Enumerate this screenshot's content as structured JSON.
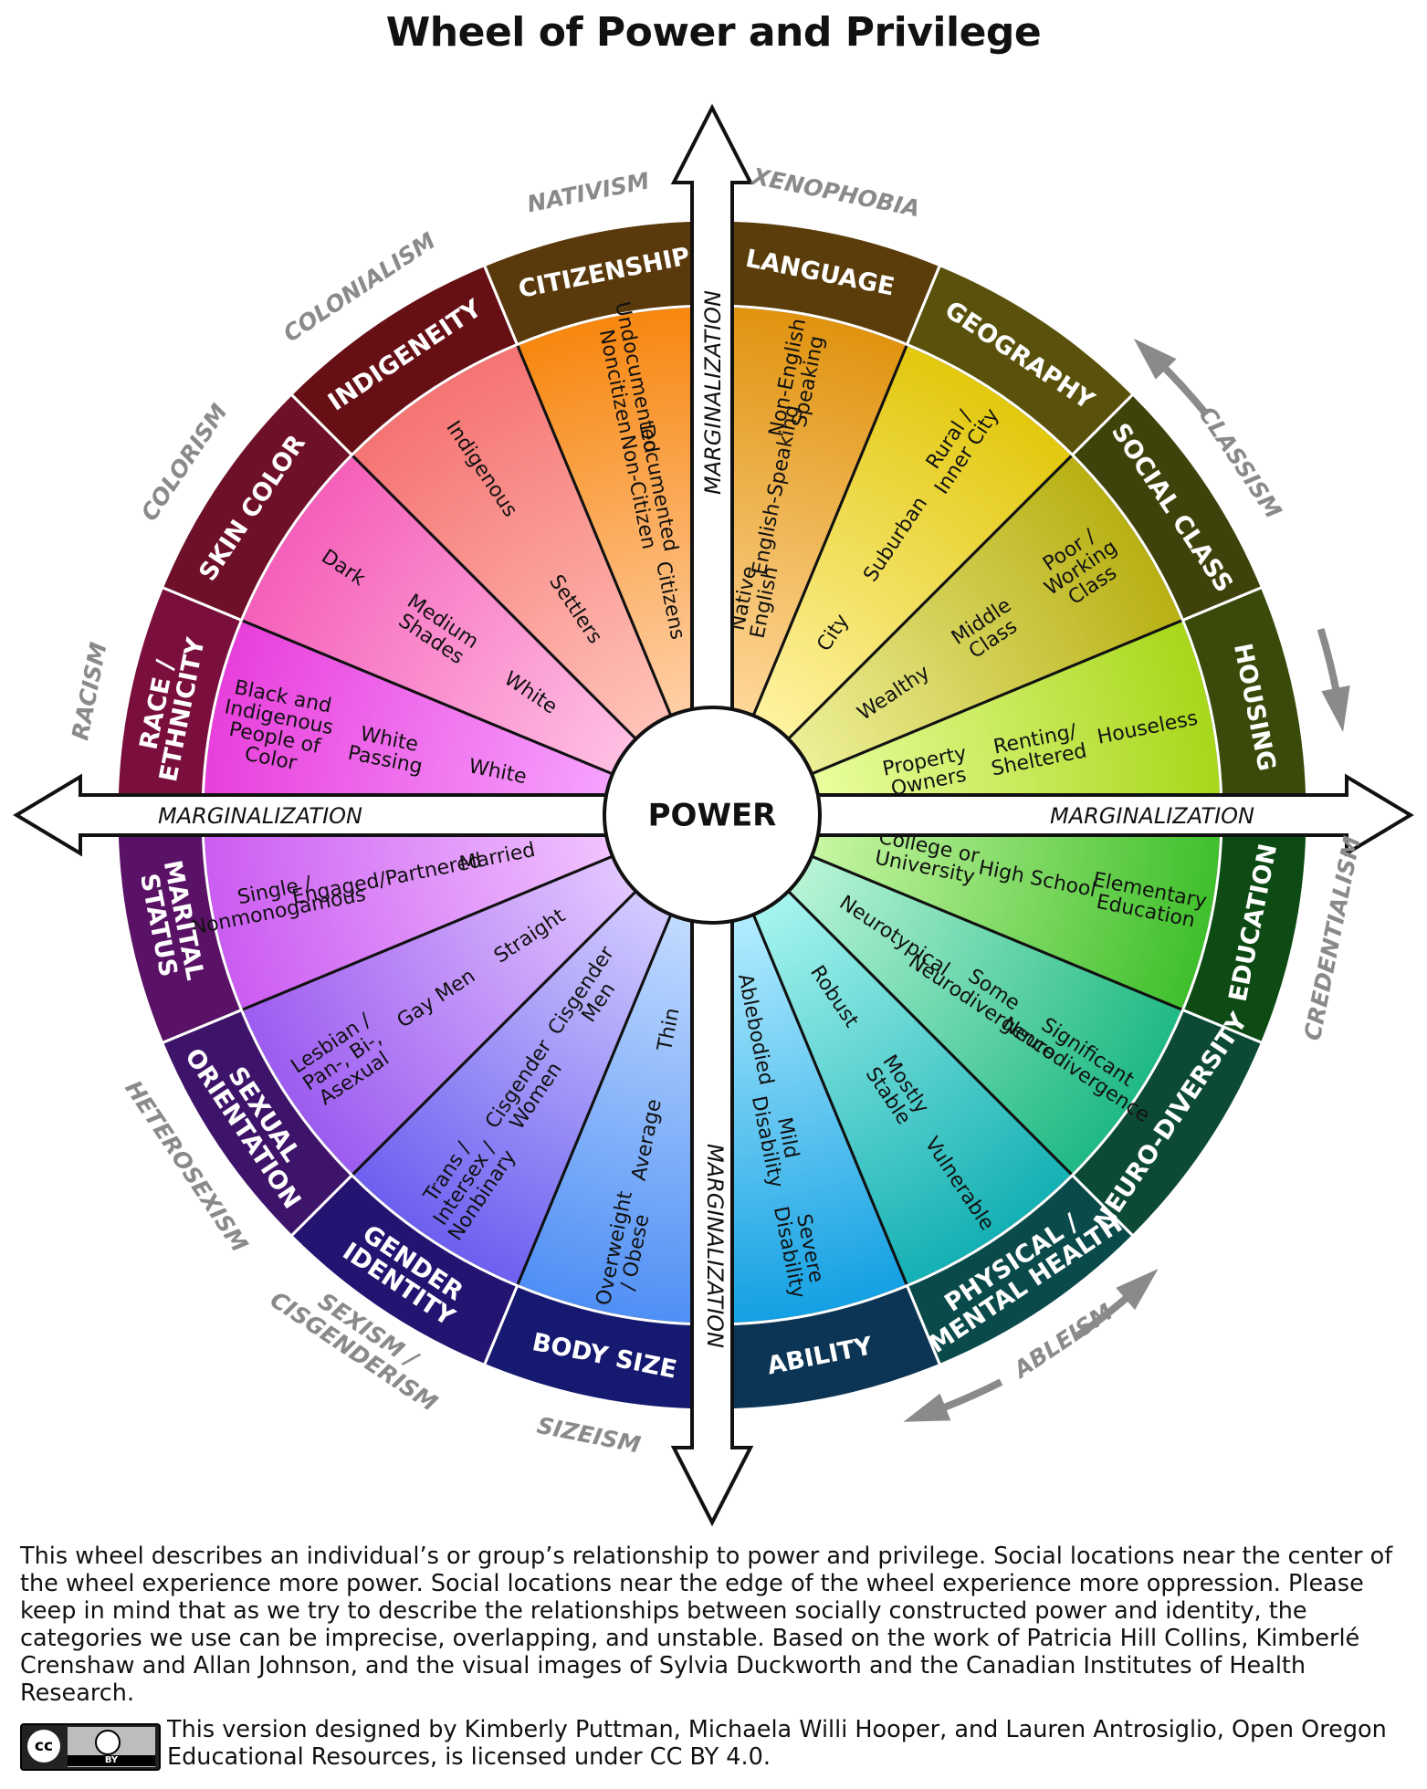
{
  "title": "Wheel of Power and Privilege",
  "center_label": "POWER",
  "axis_labels": {
    "left": "MARGINALIZATION",
    "right": "MARGINALIZATION",
    "top": "MARGINALIZATION",
    "bottom": "MARGINALIZATION"
  },
  "colors": {
    "outline": "#111111",
    "axis_fill": "#ffffff",
    "ism_gray": "#8a8a8a"
  },
  "categories": [
    {
      "name": "RACE / ETHNICITY",
      "ism": "RACISM",
      "header_color": "#7a0e3c",
      "light": "#f7a3ff",
      "dark": "#e83fdc",
      "items": [
        "White",
        "White Passing",
        "Black and Indigenous People of Color"
      ]
    },
    {
      "name": "SKIN COLOR",
      "ism": "COLORISM",
      "header_color": "#6e1028",
      "light": "#ffc0e3",
      "dark": "#f55fb9",
      "items": [
        "White",
        "Medium Shades",
        "Dark"
      ]
    },
    {
      "name": "INDIGENEITY",
      "ism": "COLONIALISM",
      "header_color": "#661016",
      "light": "#ffc3b8",
      "dark": "#f57373",
      "items": [
        "Settlers",
        "Indigenous"
      ]
    },
    {
      "name": "CITIZENSHIP",
      "ism": "NATIVISM",
      "header_color": "#5a3a0c",
      "light": "#ffd0a8",
      "dark": "#f7870f",
      "items": [
        "Citizens",
        "Documented Non-Citizen",
        "Undocumented Noncitizen"
      ]
    },
    {
      "name": "LANGUAGE",
      "ism": "XENOPHOBIA",
      "header_color": "#5a3d0a",
      "light": "#ffd89a",
      "dark": "#e0930f",
      "items": [
        "Native English",
        "English-Speaking",
        "Non-English Speaking"
      ]
    },
    {
      "name": "GEOGRAPHY",
      "ism": "",
      "header_color": "#5a520c",
      "light": "#fff3a3",
      "dark": "#e2c80d",
      "items": [
        "City",
        "Suburban",
        "Rural / Inner City"
      ]
    },
    {
      "name": "SOCIAL CLASS",
      "ism": "CLASSISM",
      "header_color": "#3f420a",
      "light": "#eef09a",
      "dark": "#b8b013",
      "items": [
        "Wealthy",
        "Middle Class",
        "Poor / Working Class"
      ]
    },
    {
      "name": "HOUSING",
      "ism": "",
      "header_color": "#3a4a0a",
      "light": "#eaffa0",
      "dark": "#a7d71a",
      "items": [
        "Property Owners",
        "Renting/ Sheltered",
        "Houseless"
      ]
    },
    {
      "name": "EDUCATION",
      "ism": "CREDENTIALISM",
      "header_color": "#0d4a14",
      "light": "#c9f7a3",
      "dark": "#3fbf2c",
      "items": [
        "College or University",
        "High School",
        "Elementary Education"
      ]
    },
    {
      "name": "NEURO-DIVERSITY",
      "ism": "",
      "header_color": "#0c4a36",
      "light": "#baf5d6",
      "dark": "#1fb984",
      "items": [
        "Neurotypical",
        "Some Neurodivergence",
        "Significant Neurodivergence"
      ]
    },
    {
      "name": "PHYSICAL / MENTAL HEALTH",
      "ism": "ABLEISM",
      "header_color": "#0b4a4a",
      "light": "#a8f5ef",
      "dark": "#14b0b3",
      "items": [
        "Robust",
        "Mostly Stable",
        "Vulnerable"
      ]
    },
    {
      "name": "ABILITY",
      "ism": "",
      "header_color": "#0c3555",
      "light": "#b5edff",
      "dark": "#13a0e3",
      "items": [
        "Ablebodied",
        "Mild Disability",
        "Severe Disability"
      ]
    },
    {
      "name": "BODY SIZE",
      "ism": "SIZEISM",
      "header_color": "#151a70",
      "light": "#c4dcff",
      "dark": "#4f8ff5",
      "items": [
        "Thin",
        "Average",
        "Overweight / Obese"
      ]
    },
    {
      "name": "GENDER IDENTITY",
      "ism": "SEXISM / CISGENDERISM",
      "header_color": "#241370",
      "light": "#d4cdff",
      "dark": "#6d60f0",
      "items": [
        "Cisgender Men",
        "Cisgender Women",
        "Trans / Intersex / Nonbinary"
      ]
    },
    {
      "name": "SEXUAL ORIENTATION",
      "ism": "HETEROSEXISM",
      "header_color": "#3e136a",
      "light": "#e3c8ff",
      "dark": "#9c5cf0",
      "items": [
        "Straight",
        "Gay Men",
        "Lesbian / Pan-, Bi-, Asexual"
      ]
    },
    {
      "name": "MARITAL STATUS",
      "ism": "",
      "header_color": "#5a1266",
      "light": "#f1c4ff",
      "dark": "#cc5cf2",
      "items": [
        "Married",
        "Engaged/Partnered",
        "Single / Nonmonogamous"
      ]
    }
  ],
  "description": "This wheel describes an individual’s or group’s relationship to power and privilege. Social locations near the center of the wheel experience more power. Social locations near the edge of the wheel experience more oppression. Please keep in mind that as we try to describe the relationships between socially constructed power and identity, the categories we use can be imprecise, overlapping, and unstable.  Based on the work of Patricia Hill Collins, Kimberlé Crenshaw and Allan Johnson, and the visual images of Sylvia Duckworth and the Canadian Institutes of Health Research.",
  "license": {
    "badge_cc": "cc",
    "badge_by": "BY",
    "text": "This version designed by Kimberly Puttman, Michaela Willi Hooper, and Lauren Antrosiglio, Open Oregon Educational Resources, is licensed  under CC BY 4.0."
  }
}
